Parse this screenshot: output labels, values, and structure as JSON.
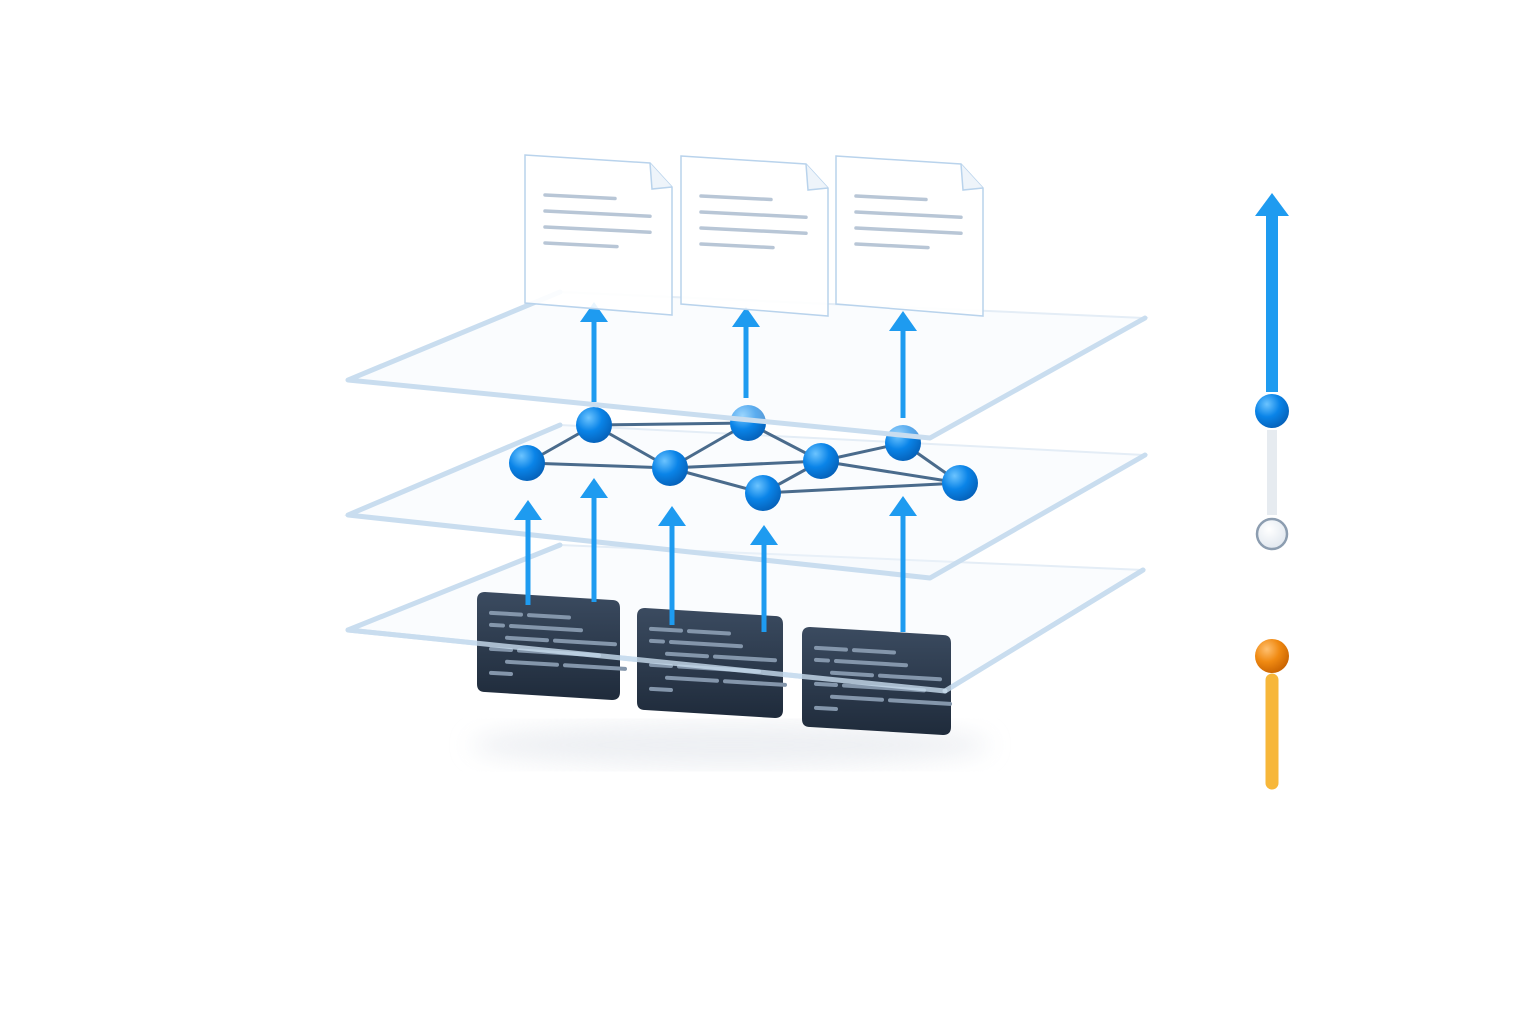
{
  "diagram": {
    "layers": [
      "output-documents-plane",
      "graph-plane",
      "code-source-plane"
    ],
    "documents_count": 3,
    "code_cards_count": 3,
    "graph_nodes_count": 8,
    "colors": {
      "accent_blue": "#1e9bf0",
      "node_blue": "#0a84e8",
      "edge": "#4a6b8c",
      "plane_edge": "#c9ddef",
      "code_card": "#2b3a4d",
      "orange": "#f08a12",
      "yellow": "#f7b73a",
      "neutral_node": "#eef2f6"
    },
    "icons": [
      "document-icon",
      "code-card-icon",
      "graph-node-icon",
      "arrow-up-icon"
    ]
  },
  "progress_indicator": {
    "steps": [
      "complete",
      "pending",
      "current"
    ],
    "colors": [
      "#1e9bf0",
      "#e8edf2",
      "#f08a12"
    ]
  }
}
